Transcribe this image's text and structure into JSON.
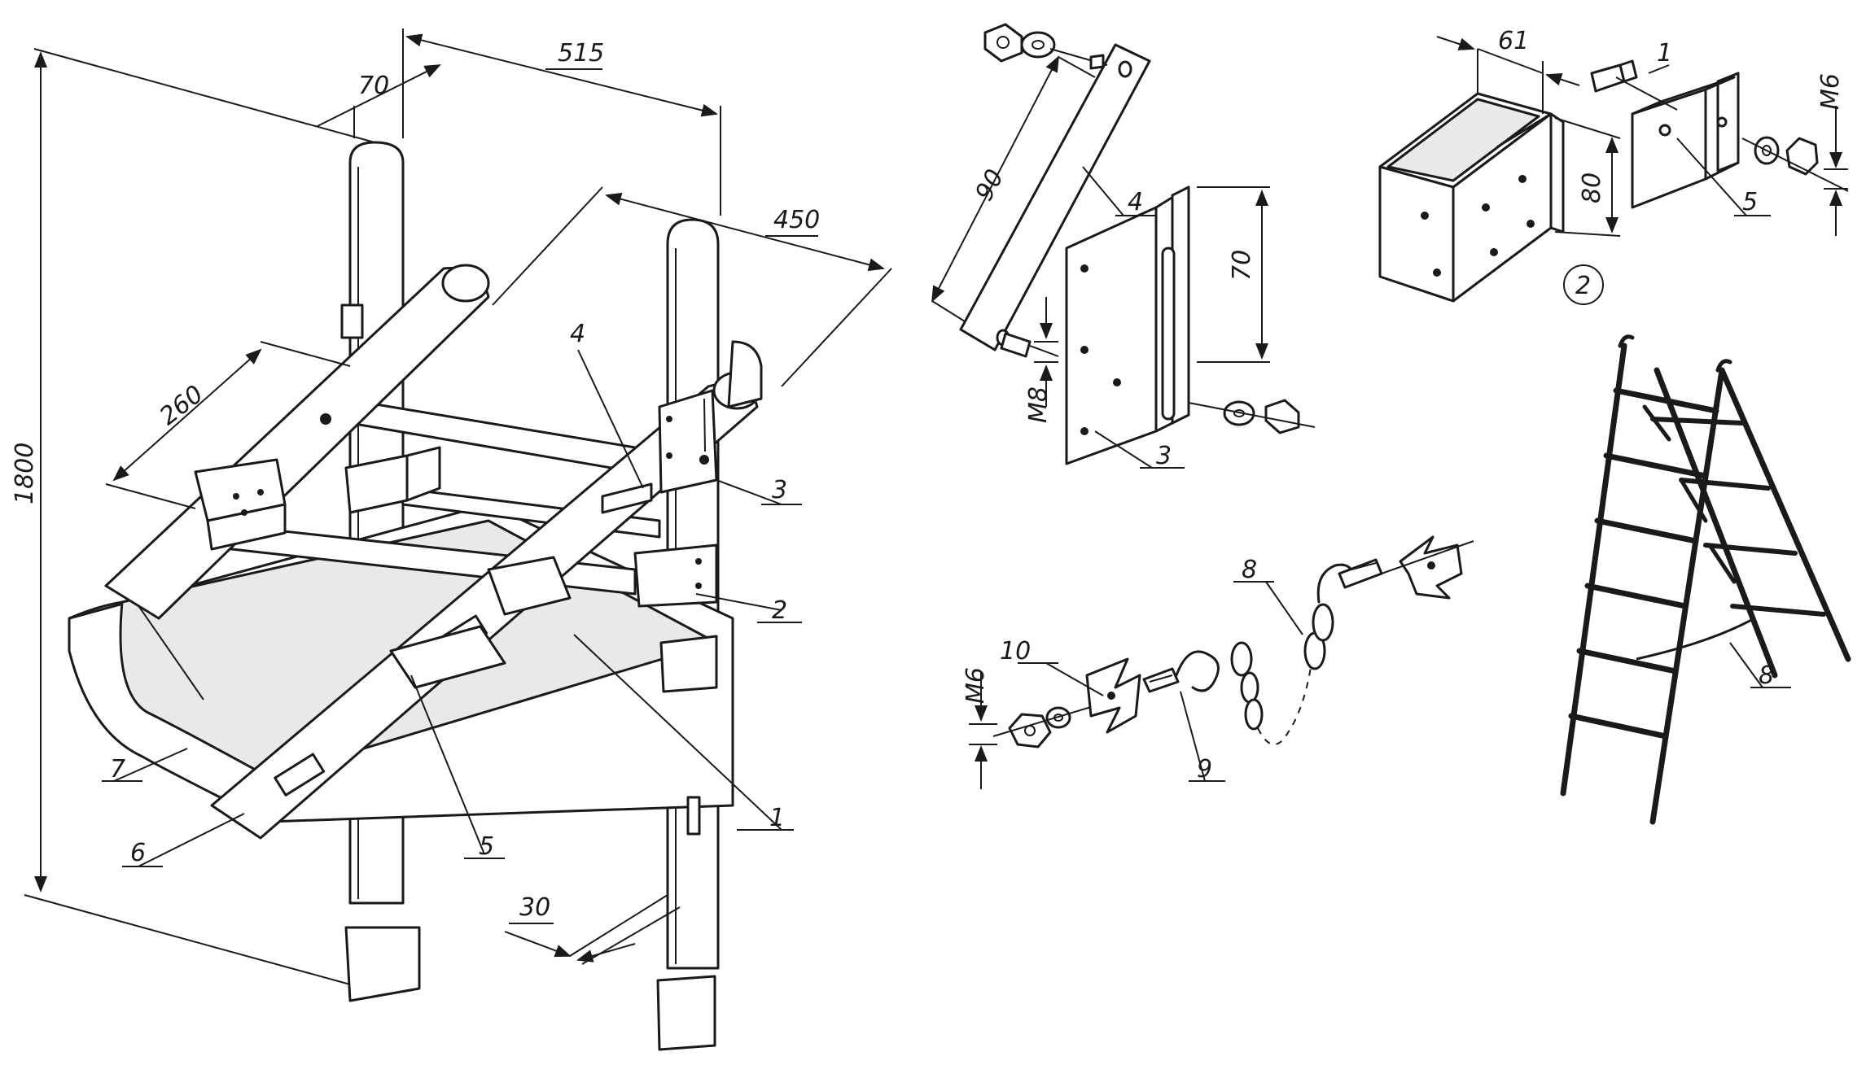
{
  "dimensions": {
    "d515": "515",
    "d70_top": "70",
    "d450": "450",
    "d260": "260",
    "d1800": "1800",
    "d30": "30",
    "d90": "90",
    "dM8": "M8",
    "d70_bracket": "70",
    "d61": "61",
    "d80": "80",
    "dM6_right": "M6",
    "dM6_left": "M6"
  },
  "part_labels": {
    "main_1": "1",
    "main_2": "2",
    "main_3": "3",
    "main_4": "4",
    "main_5": "5",
    "main_6": "6",
    "main_7": "7",
    "detail_4": "4",
    "detail_3": "3",
    "detail_1": "1",
    "detail_5": "5",
    "circled_2": "2",
    "ladder_8": "8",
    "chain_8": "8",
    "hook_9": "9",
    "plate_10": "10"
  }
}
